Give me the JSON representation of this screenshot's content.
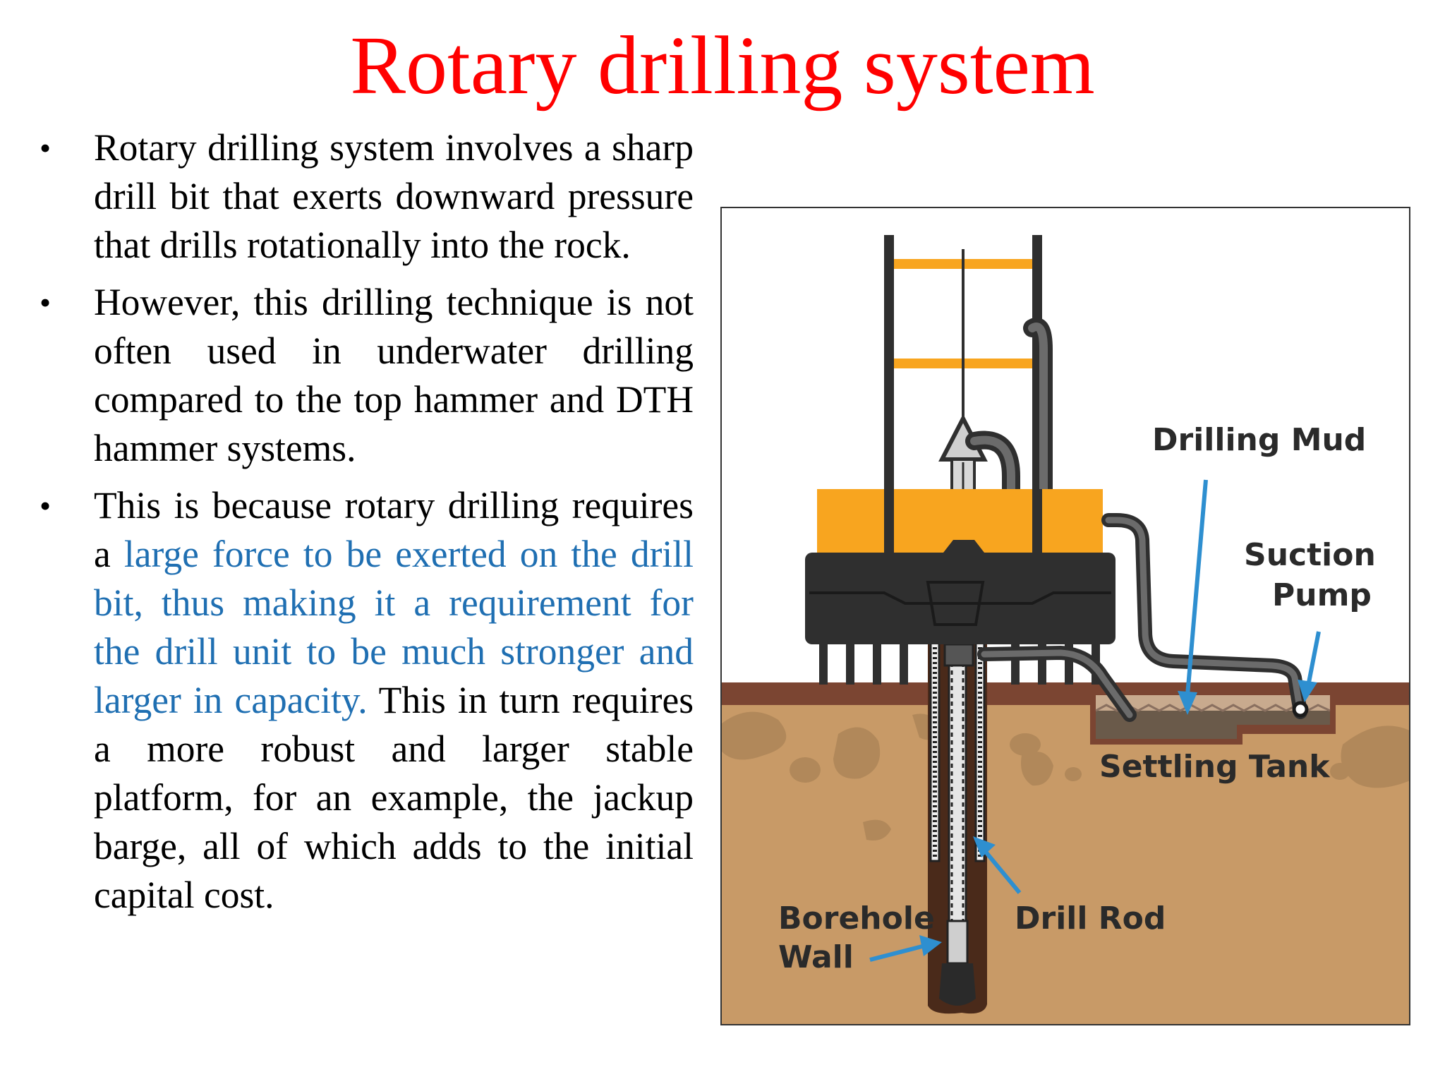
{
  "slide": {
    "title": "Rotary drilling system"
  },
  "bullets": [
    {
      "text": "Rotary drilling system involves a sharp drill bit that exerts downward pressure that drills rotationally into the rock."
    },
    {
      "text": "However, this drilling technique is not often used in underwater drilling compared to the top hammer and DTH hammer systems."
    },
    {
      "before": "This is because rotary drilling requires a ",
      "highlight": "large force to be exerted on the drill bit, thus making it a requirement for the drill unit to be much stronger and larger in capacity.",
      "after": " This in turn requires a more robust and larger stable platform, for an example, the jackup barge, all of which adds to the initial capital cost."
    }
  ],
  "figure": {
    "labels": {
      "drilling_mud": "Drilling Mud",
      "suction": "Suction",
      "pump": "Pump",
      "settling_tank": "Settling Tank",
      "borehole": "Borehole",
      "wall": "Wall",
      "drill_rod": "Drill Rod"
    }
  },
  "colors": {
    "title": "#ff0000",
    "highlight_text": "#1f6fb2",
    "ground": "#c89a67",
    "topsoil": "#7b4532",
    "rig_orange": "#f8a51f",
    "rig_dark": "#333333",
    "arrow_blue": "#2e8fd0"
  }
}
